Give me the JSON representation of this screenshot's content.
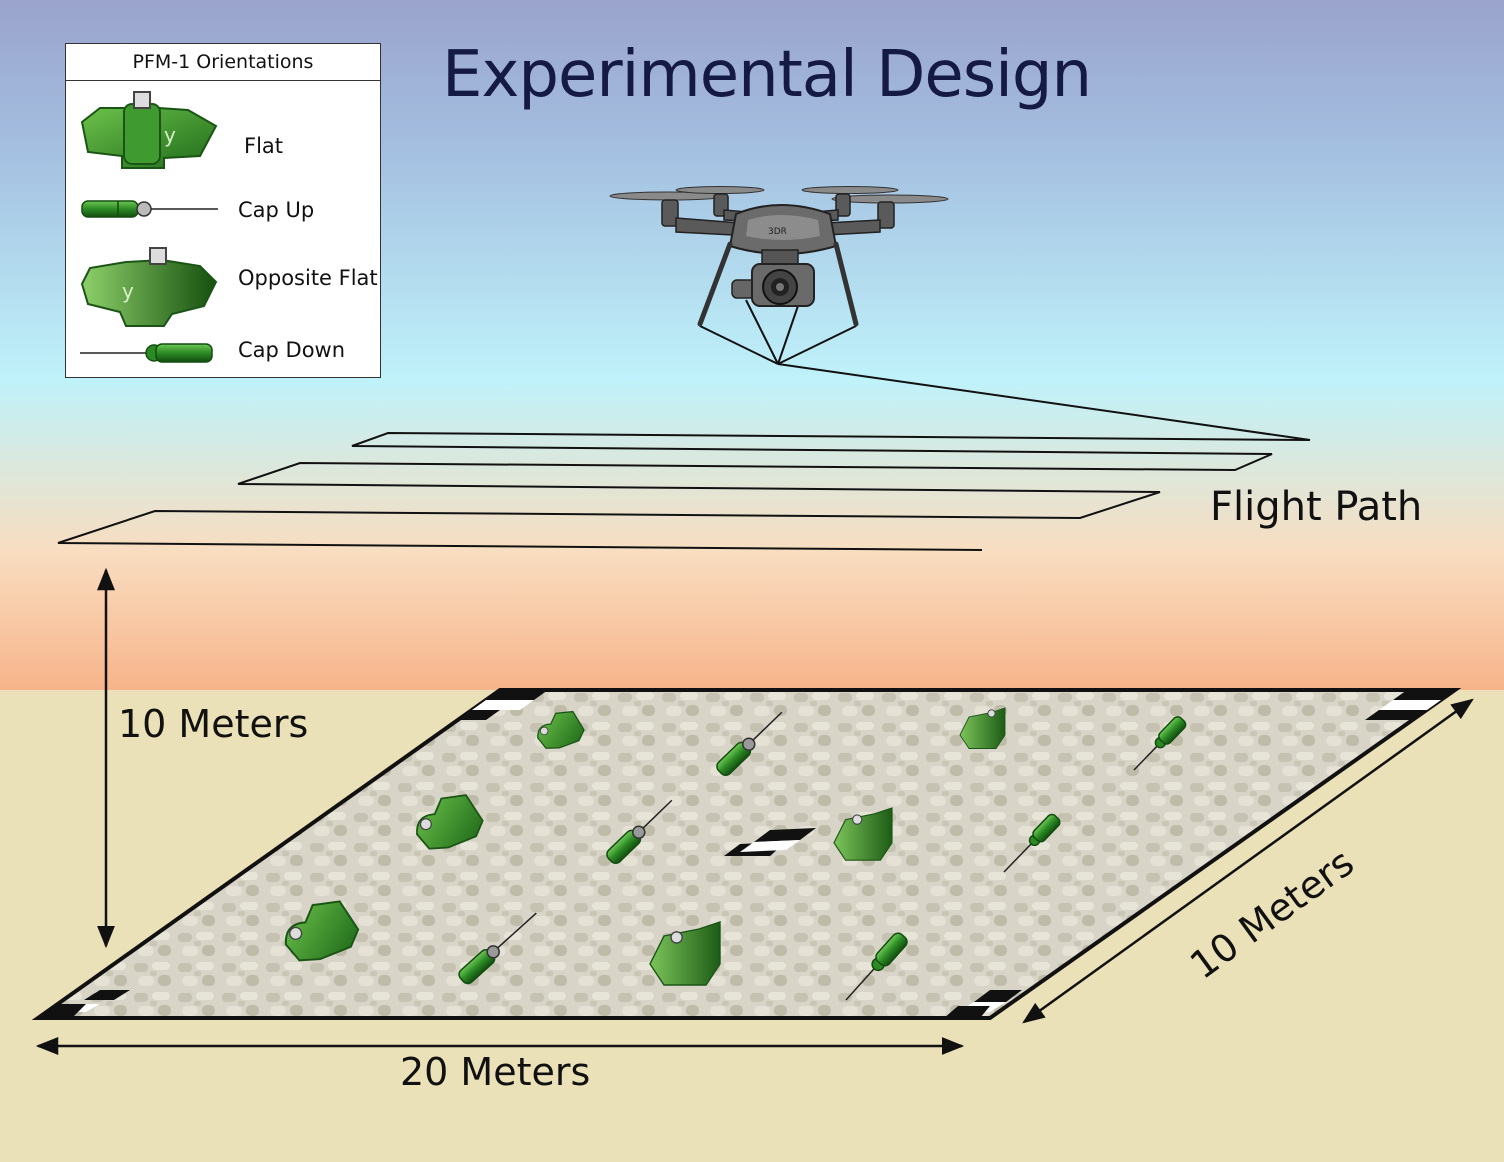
{
  "title": "Experimental Design",
  "legend": {
    "title": "PFM-1 Orientations",
    "items": [
      {
        "label": "Flat"
      },
      {
        "label": "Cap Up"
      },
      {
        "label": "Opposite Flat"
      },
      {
        "label": "Cap Down"
      }
    ]
  },
  "drone": {
    "brand": "3DR"
  },
  "flight_path_label": "Flight Path",
  "dimensions": {
    "height": "10 Meters",
    "width": "20 Meters",
    "depth": "10 Meters"
  },
  "colors": {
    "sky_top": "#9aa3cc",
    "sky_mid": "#bff0f8",
    "horizon": "#f6c9a0",
    "ground": "#ebe1b8",
    "mine_green": "#3f9a2f",
    "title": "#151a44"
  }
}
